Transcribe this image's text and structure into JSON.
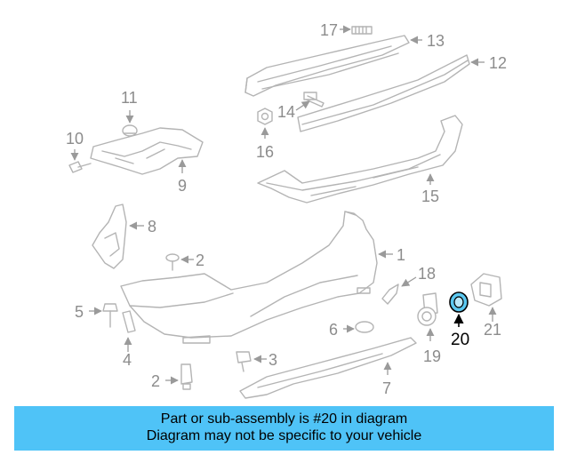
{
  "diagram": {
    "callouts": [
      "1",
      "2",
      "3",
      "4",
      "5",
      "6",
      "7",
      "8",
      "9",
      "10",
      "11",
      "12",
      "13",
      "14",
      "15",
      "16",
      "17",
      "18",
      "19",
      "20",
      "21",
      "2"
    ],
    "highlighted_callout": "20",
    "colors": {
      "part_line": "#b4b4b4",
      "highlight_fill": "#5bc8f0",
      "banner": "#4fc3f7"
    }
  },
  "banner": {
    "line1": "Part or sub-assembly is #20 in diagram",
    "line2": "Diagram may not be specific to your vehicle"
  }
}
